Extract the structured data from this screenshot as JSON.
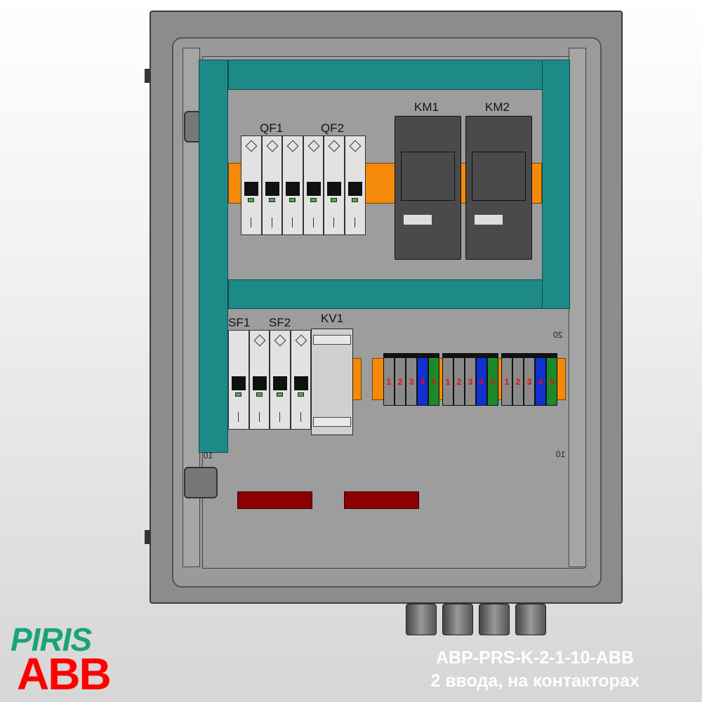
{
  "product": {
    "code": "ABP-PRS-K-2-1-10-ABB",
    "subtitle": "2 ввода, на контакторах"
  },
  "logos": {
    "piris": "PIRIS",
    "abb": "ABB",
    "piris_color": "#1aa37a",
    "abb_color": "#ff0000"
  },
  "devices": {
    "qf1": "QF1",
    "qf2": "QF2",
    "km1": "KM1",
    "km2": "KM2",
    "sf1": "SF1",
    "sf2": "SF2",
    "kv1": "KV1"
  },
  "scale": {
    "right_20": "20",
    "right_10": "10",
    "left_10": "10"
  },
  "terminals": {
    "numbers": [
      "1",
      "2",
      "3",
      "4",
      "5"
    ],
    "colors": [
      "#8a8a8a",
      "#8a8a8a",
      "#8a8a8a",
      "#1030d0",
      "#1a8a2a"
    ]
  },
  "colors": {
    "duct": "#1d8a88",
    "din_rail": "#f58a0a",
    "busbar": "#8b0000"
  }
}
